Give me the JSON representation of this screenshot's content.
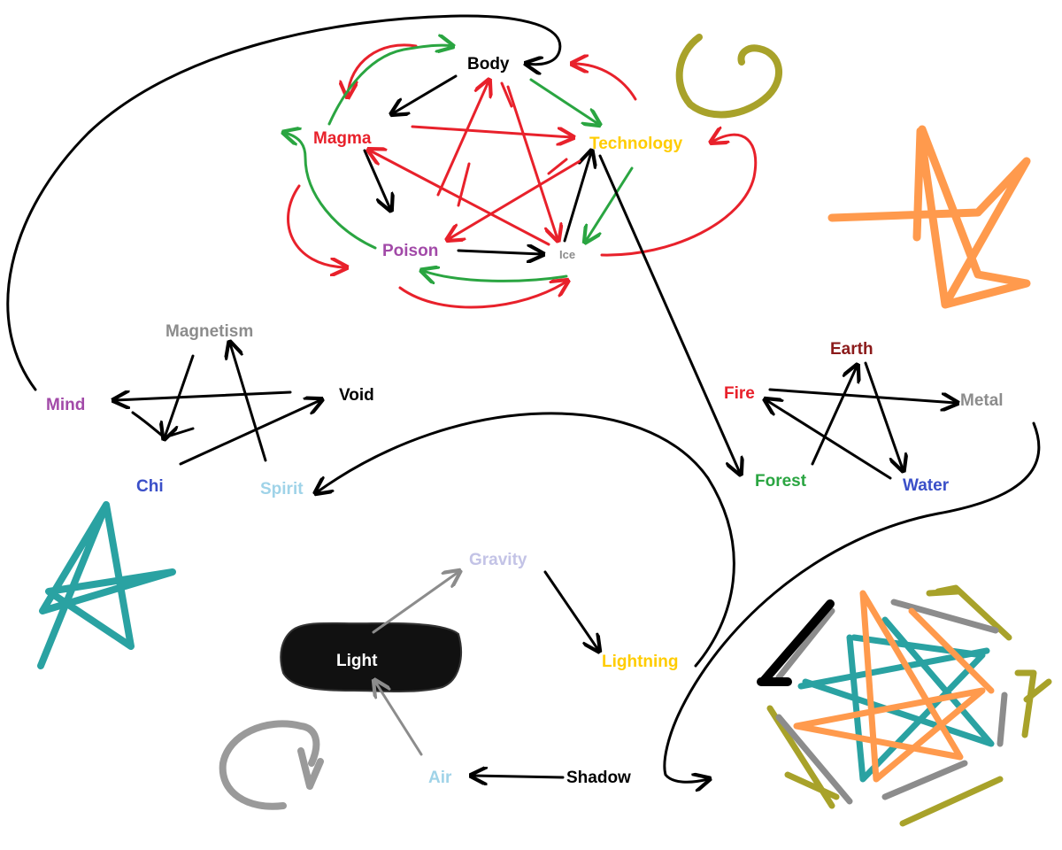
{
  "colors": {
    "black": "#000000",
    "red": "#e8212b",
    "green": "#2aa541",
    "yellow": "#ffcc00",
    "purple": "#a24aa8",
    "gray": "#8c8c8c",
    "light_gray": "#9a9a9a",
    "dark_red": "#8b1a1a",
    "blue": "#3a4fc8",
    "light_blue": "#9fd3e8",
    "lavender": "#c3c3e6",
    "orange": "#ff9a4d",
    "teal": "#2aa2a2",
    "olive": "#a8a22a"
  },
  "nodes": {
    "body": "Body",
    "magma": "Magma",
    "technology": "Technology",
    "poison": "Poison",
    "ice": "Ice",
    "magnetism": "Magnetism",
    "mind": "Mind",
    "void": "Void",
    "chi": "Chi",
    "spirit": "Spirit",
    "earth": "Earth",
    "fire": "Fire",
    "metal": "Metal",
    "forest": "Forest",
    "water": "Water",
    "gravity": "Gravity",
    "light": "Light",
    "lightning": "Lightning",
    "air": "Air",
    "shadow": "Shadow"
  },
  "decorations": {
    "orange_star": "star",
    "teal_star": "star",
    "olive_spiral": "spiral",
    "gray_spiral": "spiral",
    "multicolor_cluster": "scribble-stars"
  }
}
